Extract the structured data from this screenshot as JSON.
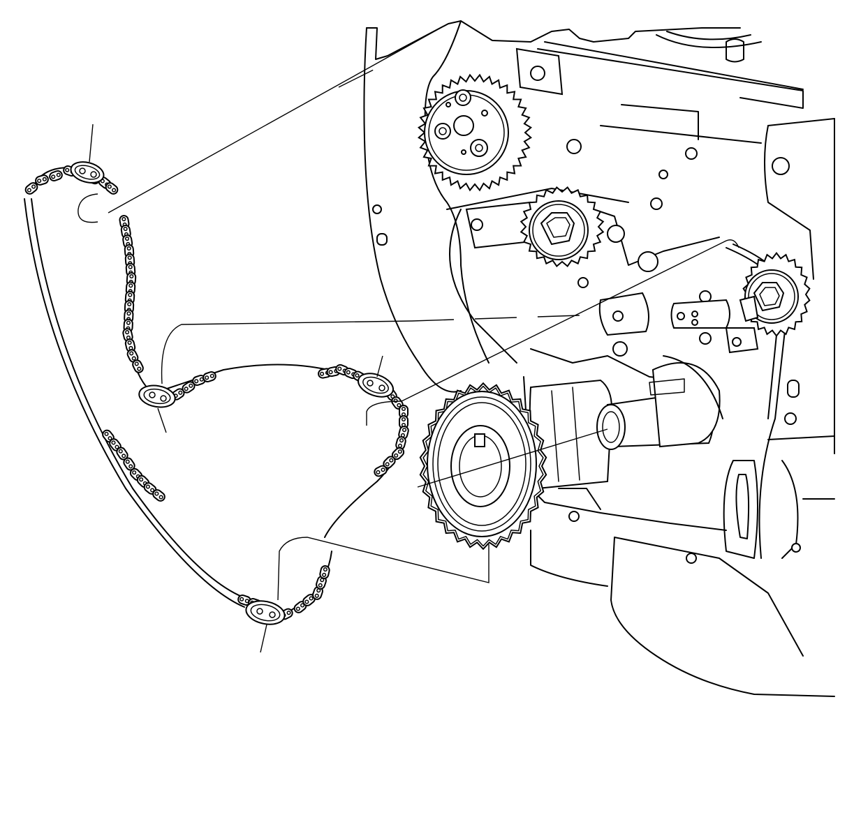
{
  "diagram": {
    "description_visible_text": "",
    "colors": {
      "line": "#000000",
      "background": "#ffffff"
    },
    "parts": {
      "engine_block": "engine-block",
      "camshaft_sprocket": "camshaft-sprocket",
      "crankshaft_sprocket": "crankshaft-sprocket",
      "balance_shaft_sprocket": "balance-shaft-sprocket",
      "timing_chain": "timing-chain",
      "callout_links": 4
    }
  }
}
